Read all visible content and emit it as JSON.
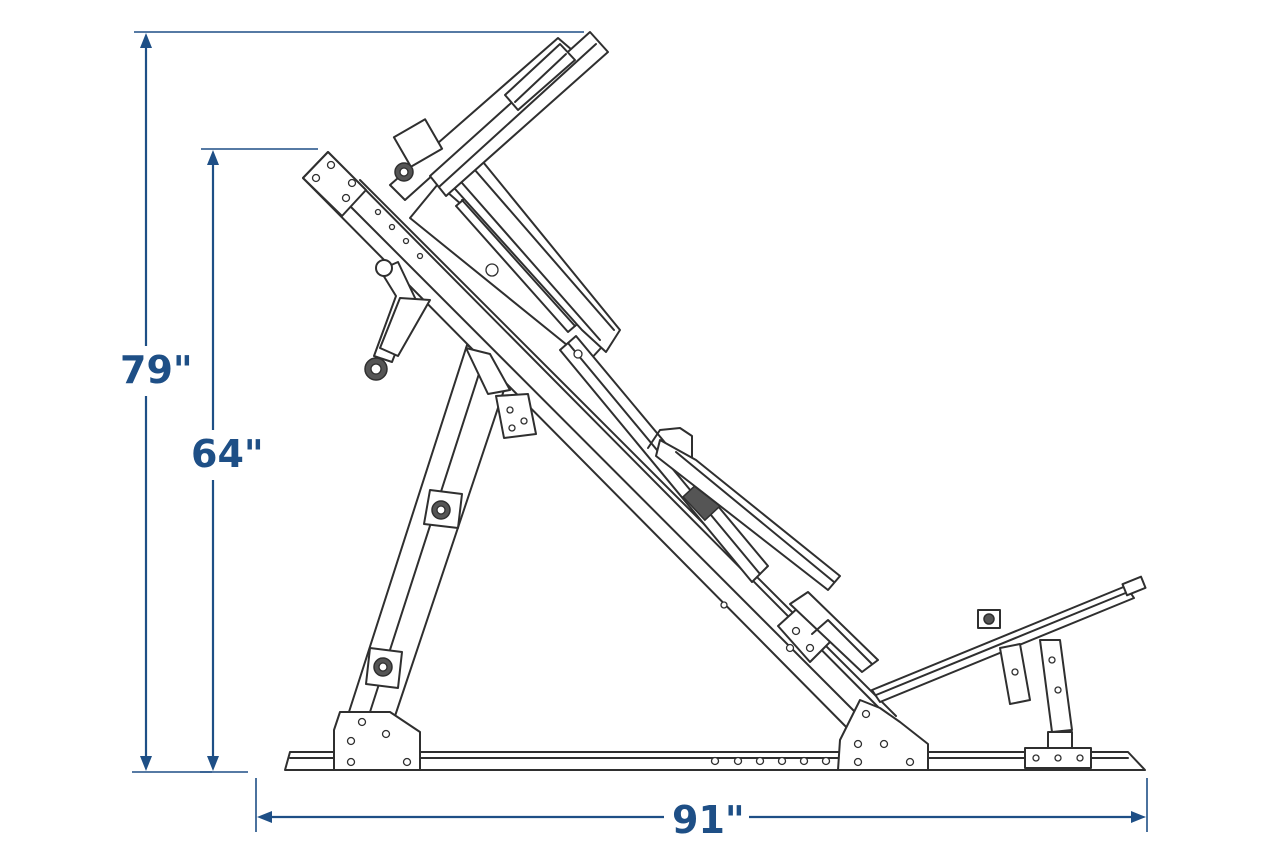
{
  "dimensions": {
    "overall_height": "79\"",
    "frame_height": "64\"",
    "length": "91\""
  },
  "colors": {
    "dimension_lines": "#1e4f86",
    "equipment_lines": "#2f2f2f",
    "background": "#ffffff"
  }
}
